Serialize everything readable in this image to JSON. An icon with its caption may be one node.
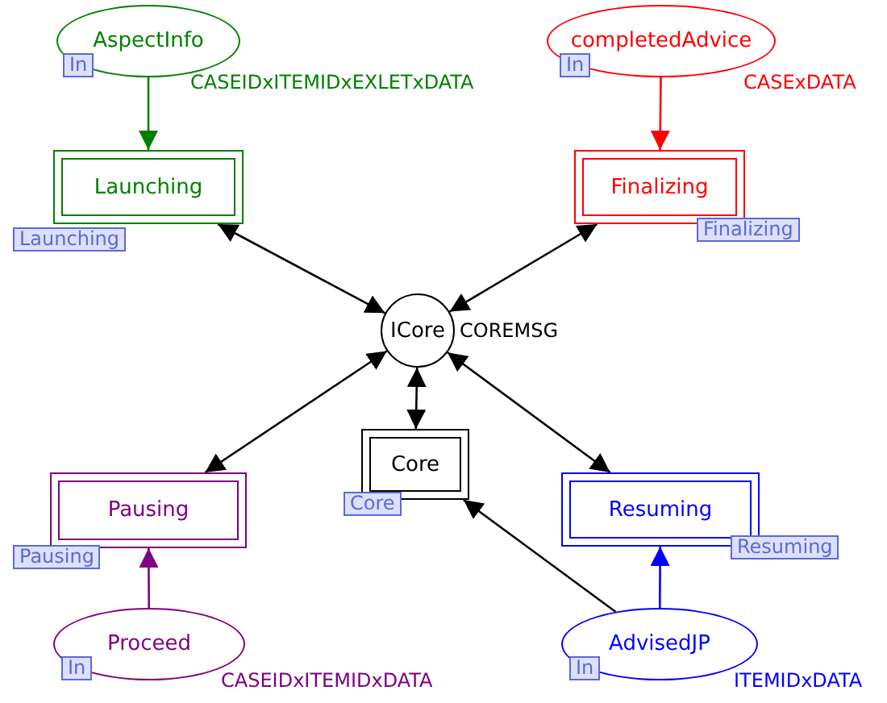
{
  "diagram": {
    "nodes": [
      {
        "text": [
          "AspectInfo",
          "In"
        ],
        "beside": [
          "CASEIDxITEMIDxEXLETxDATA"
        ]
      },
      {
        "text": [
          "completedAdvice",
          "In"
        ],
        "beside": [
          "CASExDATA"
        ]
      },
      {
        "text": [
          "Launching"
        ],
        "beside": [
          "Launching"
        ]
      },
      {
        "text": [
          "Finalizing"
        ],
        "beside": [
          "Finalizing"
        ]
      },
      {
        "text": [
          "ICore"
        ],
        "beside": [
          "COREMSG"
        ]
      },
      {
        "text": [
          "Pausing"
        ],
        "beside": [
          "Pausing"
        ]
      },
      {
        "text": [
          "Core"
        ],
        "beside": [
          "Core"
        ]
      },
      {
        "text": [
          "Resuming"
        ],
        "beside": [
          "Resuming"
        ]
      },
      {
        "text": [
          "Proceed",
          "In"
        ],
        "beside": [
          "CASEIDxITEMIDxDATA"
        ]
      },
      {
        "text": [
          "AdvisedJP",
          "In"
        ],
        "beside": [
          "ITEMIDxDATA"
        ]
      }
    ],
    "edges": [
      {
        "from": 0,
        "to": 2,
        "arrow": "to",
        "color": "#008000"
      },
      {
        "from": 1,
        "to": 3,
        "arrow": "to",
        "color": "#ff0000"
      },
      {
        "from": 2,
        "to": 4,
        "arrow": "both"
      },
      {
        "from": 3,
        "to": 4,
        "arrow": "both"
      },
      {
        "from": 4,
        "to": 5,
        "arrow": "both"
      },
      {
        "from": 4,
        "to": 6,
        "arrow": "both"
      },
      {
        "from": 4,
        "to": 7,
        "arrow": "both"
      },
      {
        "from": 8,
        "to": 5,
        "arrow": "to",
        "color": "#800080"
      },
      {
        "from": 9,
        "to": 7,
        "arrow": "to",
        "color": "#0000ff"
      },
      {
        "from": 9,
        "to": 6,
        "arrow": "to"
      }
    ]
  }
}
